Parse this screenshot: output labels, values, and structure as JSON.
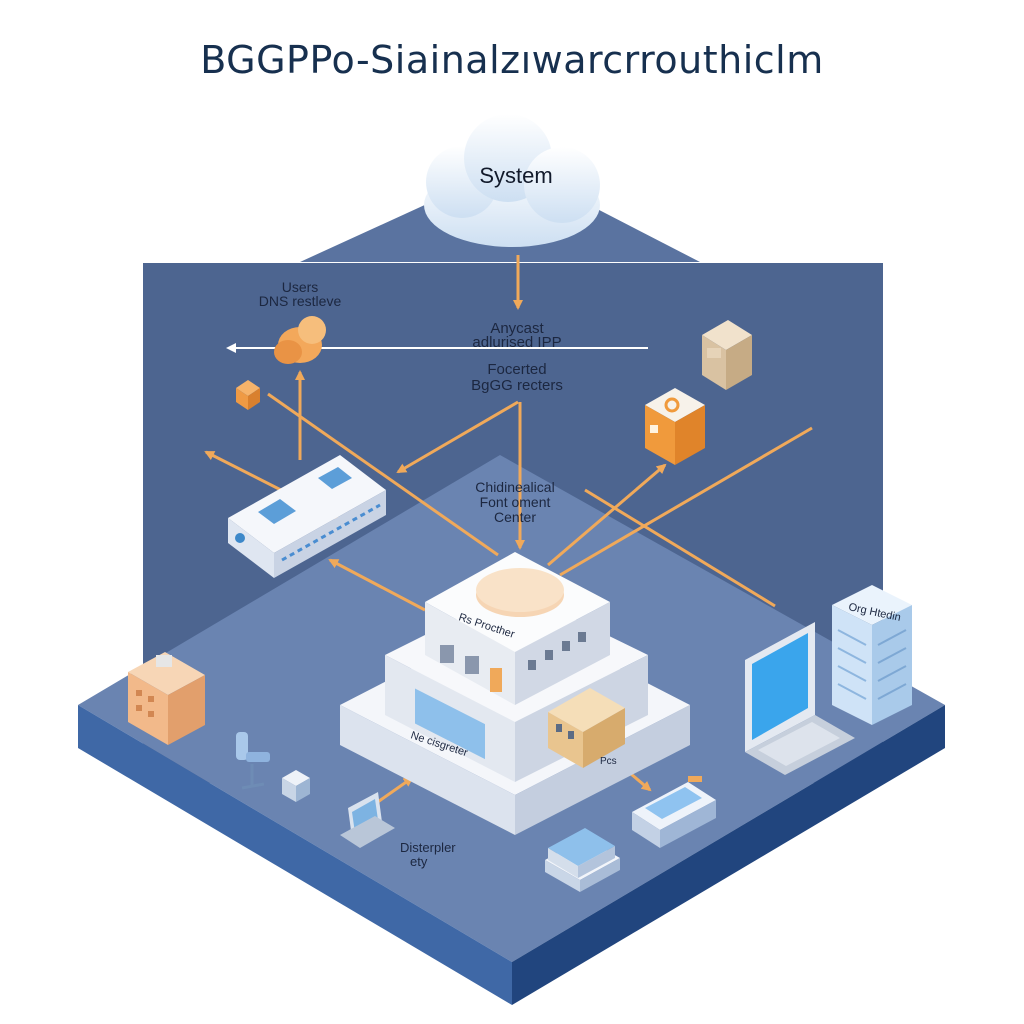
{
  "title": "BGGPPo-Siainalzıwarcrrouthiclm",
  "cloud_label": "System",
  "users": {
    "line1": "Users",
    "line2": "DNS restleve"
  },
  "anycast": {
    "line1": "Anycast",
    "line2": "adlurised IPP"
  },
  "bgp": {
    "line1": "Focerted",
    "line2": "BgGG recters"
  },
  "center": {
    "line1": "Chidinealical",
    "line2": "Font oment",
    "line3": "Center"
  },
  "building_top_label": "Rs Procther",
  "building_base_label": "Ne cisgreter",
  "office_label": "Pcs",
  "city_building_label": "Org Htedin",
  "laptop_label": {
    "line1": "Disterpler",
    "line2": "ety"
  },
  "colors": {
    "panel": "#4d6590",
    "floor": "#6580ad",
    "floor_edge": "#274b82",
    "arrow": "#f0a95a",
    "cloud": "#e8f1fb",
    "screen": "#3aa5ec",
    "title": "#17304f"
  }
}
